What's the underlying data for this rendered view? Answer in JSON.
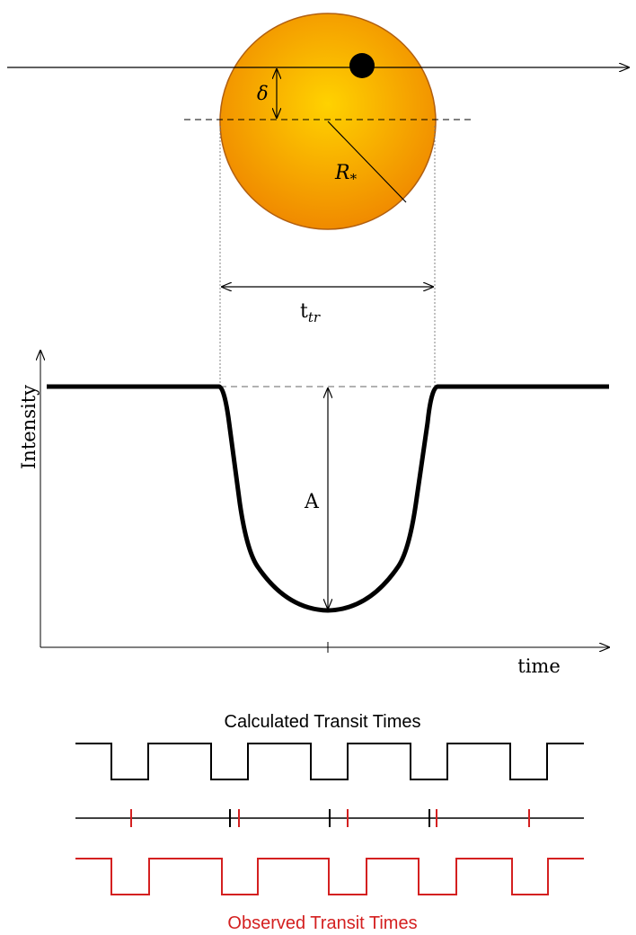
{
  "labels": {
    "delta": "δ",
    "radius": "R",
    "radius_sub": "*",
    "duration": "t",
    "duration_sub": "tr",
    "depth": "A",
    "ylabel": "Intensity",
    "xlabel": "time",
    "calculated_title": "Calculated Transit Times",
    "observed_title": "Observed Transit Times"
  },
  "colors": {
    "star_center": "#ffd200",
    "star_edge": "#f08a00",
    "star_outline": "#b15f10",
    "planet": "#000000",
    "ink": "#000000",
    "observed": "#d42020"
  }
}
